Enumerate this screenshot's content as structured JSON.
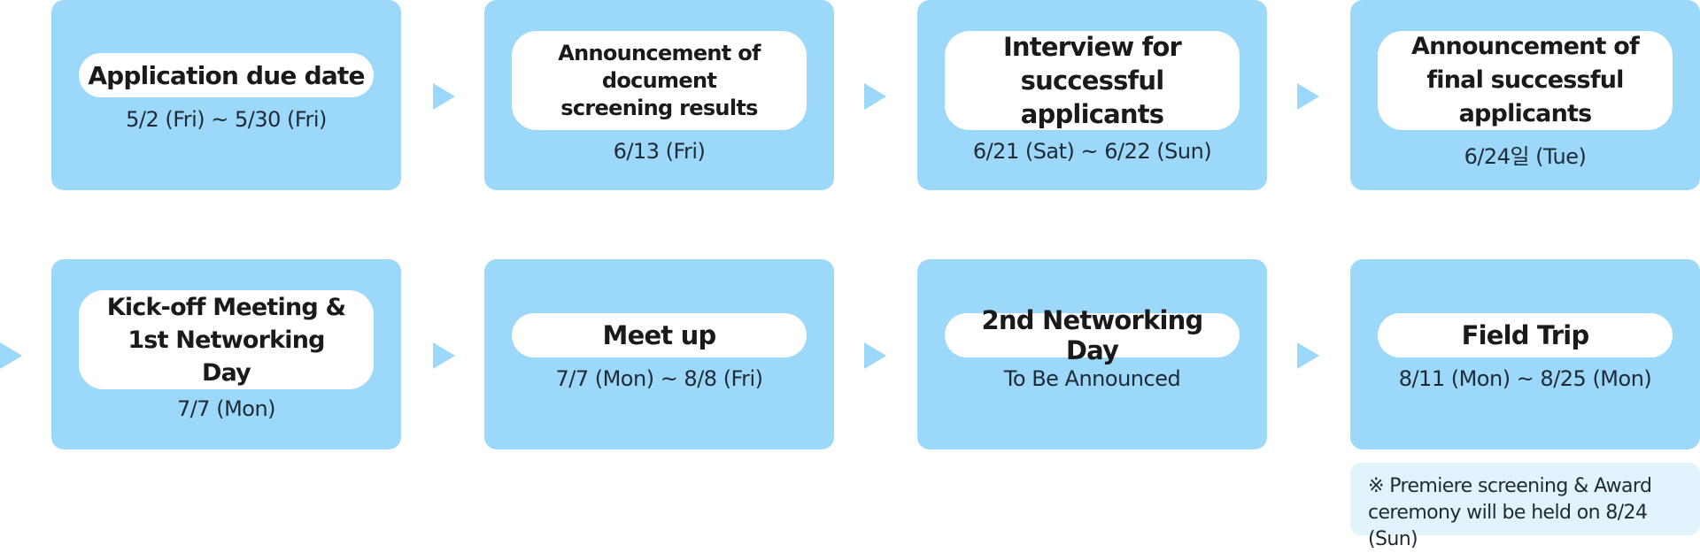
{
  "steps": [
    {
      "title": "Application due date",
      "date": "5/2 (Fri) ~ 5/30 (Fri)"
    },
    {
      "title": "Announcement of document screening results",
      "date": "6/13 (Fri)"
    },
    {
      "title": "Interview for successful applicants",
      "date": "6/21 (Sat) ~ 6/22 (Sun)"
    },
    {
      "title": "Announcement of final successful applicants",
      "date": "6/24일 (Tue)"
    },
    {
      "title": "Kick-off Meeting & 1st Networking Day",
      "date": "7/7 (Mon)"
    },
    {
      "title": "Meet up",
      "date": "7/7 (Mon) ~ 8/8 (Fri)"
    },
    {
      "title": "2nd Networking Day",
      "date": "To Be Announced"
    },
    {
      "title": "Field Trip",
      "date": "8/11 (Mon) ~ 8/25 (Mon)"
    }
  ],
  "note": "※ Premiere screening & Award ceremony will be held on 8/24 (Sun)",
  "colors": {
    "card": "#9cd8fa",
    "pill": "#ffffff",
    "note_bg": "#e1f3fd",
    "text": "#1a1a1a"
  }
}
